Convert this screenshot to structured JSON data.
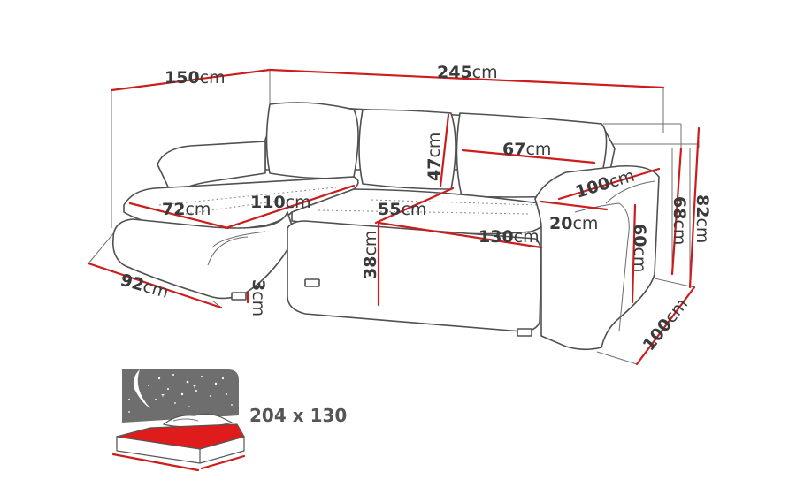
{
  "diagram": {
    "unit": "cm",
    "dimensions": [
      {
        "id": "chaise-top-width",
        "value": "150",
        "unit": "cm"
      },
      {
        "id": "total-width",
        "value": "245",
        "unit": "cm"
      },
      {
        "id": "backrest-width",
        "value": "67",
        "unit": "cm"
      },
      {
        "id": "backrest-height",
        "value": "47",
        "unit": "cm"
      },
      {
        "id": "chaise-depth",
        "value": "72",
        "unit": "cm"
      },
      {
        "id": "chaise-length",
        "value": "110",
        "unit": "cm"
      },
      {
        "id": "seat-depth",
        "value": "55",
        "unit": "cm"
      },
      {
        "id": "armrest-length",
        "value": "100",
        "unit": "cm"
      },
      {
        "id": "armrest-width",
        "value": "20",
        "unit": "cm"
      },
      {
        "id": "seat-width",
        "value": "130",
        "unit": "cm"
      },
      {
        "id": "armrest-height",
        "value": "60",
        "unit": "cm"
      },
      {
        "id": "seat-height",
        "value": "38",
        "unit": "cm"
      },
      {
        "id": "back-height",
        "value": "68",
        "unit": "cm"
      },
      {
        "id": "total-height",
        "value": "82",
        "unit": "cm"
      },
      {
        "id": "chaise-width",
        "value": "92",
        "unit": "cm"
      },
      {
        "id": "leg-height",
        "value": "3",
        "unit": "cm"
      },
      {
        "id": "total-depth",
        "value": "100",
        "unit": "cm"
      }
    ],
    "sleeping_area": {
      "label": "204 x 130"
    },
    "colors": {
      "dimension_line": "#cc1d1d",
      "outline": "#505050",
      "text": "#3a3a3a",
      "bed_fill": "#e01b1b",
      "night_panel": "#6e6e6e"
    },
    "icons": [
      "sofa-outline-drawing",
      "sleeping-function-icon",
      "stars-icon",
      "moon-icon"
    ]
  }
}
